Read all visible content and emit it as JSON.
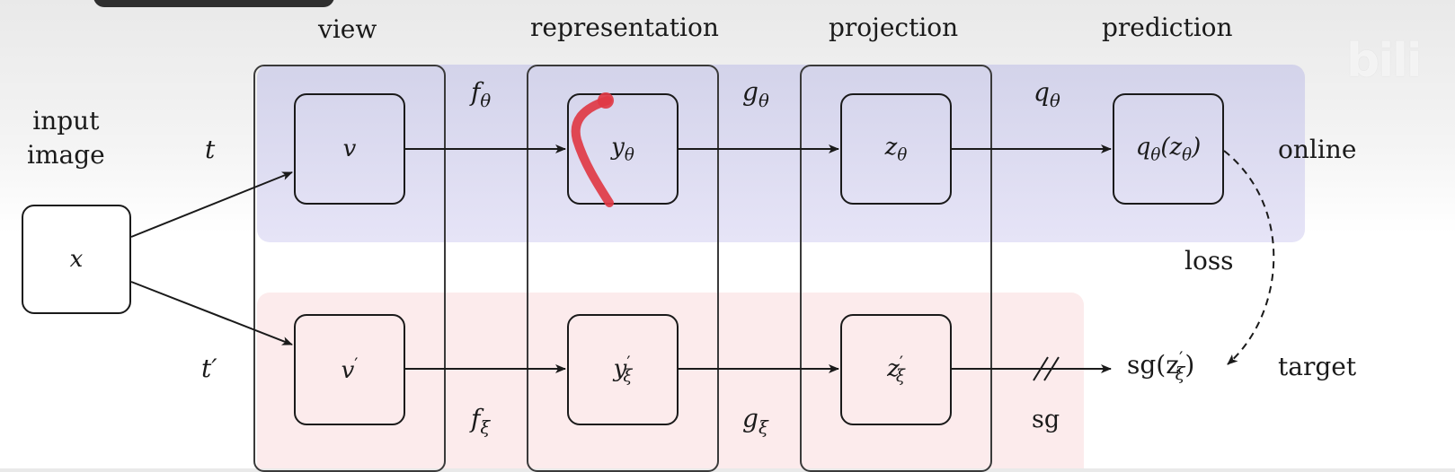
{
  "columns": {
    "view": "view",
    "representation": "representation",
    "projection": "projection",
    "prediction": "prediction"
  },
  "input": {
    "label": "input\nimage",
    "node": "x"
  },
  "branches": {
    "online": "online",
    "target": "target",
    "t": "t",
    "t_prime": "t′"
  },
  "nodes": {
    "v": "v",
    "v_prime": "v",
    "y_theta": "y",
    "y_xi": "y",
    "z_theta": "z",
    "z_xi": "z",
    "q_z": "q",
    "sg_z": "sg(z"
  },
  "functions": {
    "f": "f",
    "g": "g",
    "q": "q",
    "theta": "θ",
    "xi": "ξ"
  },
  "loss": "loss",
  "stop_gradient": "sg",
  "watermark": "bili",
  "colors": {
    "online_band": "#dcdaf0",
    "target_band": "#fcebec",
    "annotation_red": "#e03a45"
  }
}
